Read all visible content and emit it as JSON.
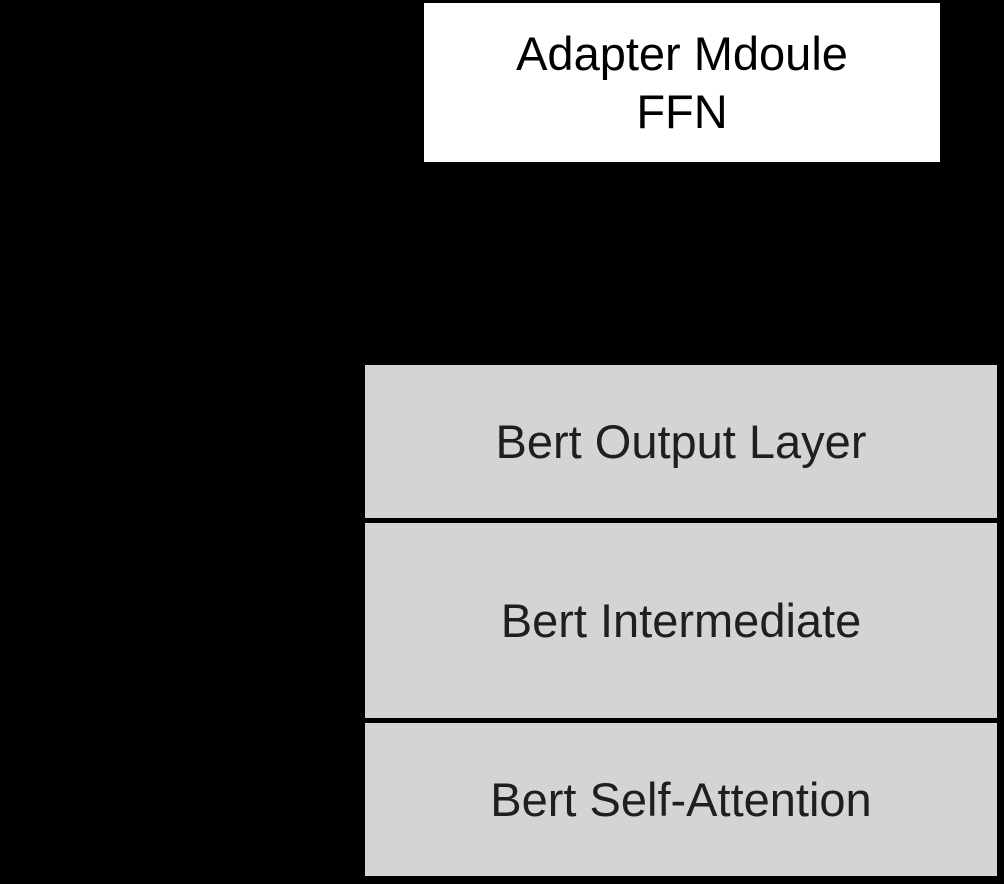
{
  "diagram": {
    "adapter_box": {
      "title": "Adapter Mdoule",
      "subtitle": "FFN"
    },
    "bert_stack": {
      "boxes": [
        {
          "label": "Bert Output Layer"
        },
        {
          "label": "Bert Intermediate"
        },
        {
          "label": "Bert Self-Attention"
        }
      ]
    },
    "colors": {
      "background": "#000000",
      "adapter_box_fill": "#ffffff",
      "adapter_box_text": "#000000",
      "layer_box_fill": "#d4d4d4",
      "layer_box_text": "#1f1f1f",
      "divider": "#000000"
    }
  }
}
